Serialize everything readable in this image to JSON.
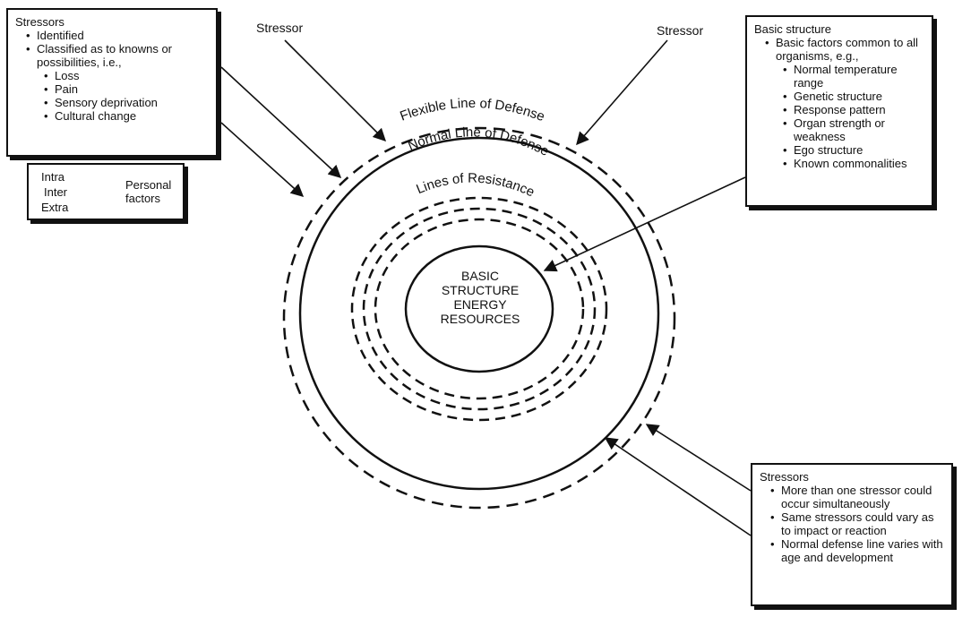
{
  "stressor_labels": [
    "Stressor",
    "Stressor"
  ],
  "rings": {
    "flexible": "Flexible Line of Defense",
    "normal": "Normal Line of Defense",
    "resistance": "Lines of Resistance"
  },
  "core": [
    "BASIC",
    "STRUCTURE",
    "ENERGY",
    "RESOURCES"
  ],
  "stressors_box": {
    "title": "Stressors",
    "items": [
      "Identified",
      "Classified as to knowns or possibilities, i.e.,"
    ],
    "subitems": [
      "Loss",
      "Pain",
      "Sensory deprivation",
      "Cultural change"
    ]
  },
  "personal_factors": {
    "sources": [
      "Intra",
      "Inter",
      "Extra"
    ],
    "label": [
      "Personal",
      "factors"
    ]
  },
  "basic_structure_box": {
    "title": "Basic structure",
    "item": "Basic factors common to all organisms, e.g.,",
    "subitems": [
      "Normal temperature range",
      "Genetic structure",
      "Response pattern",
      "Organ strength or weakness",
      "Ego structure",
      "Known commonalities"
    ]
  },
  "stressors_box_2": {
    "title": "Stressors",
    "items": [
      "More than one stressor could occur simultaneously",
      "Same stressors could vary as to impact or reaction",
      "Normal defense line varies with age and development"
    ]
  }
}
